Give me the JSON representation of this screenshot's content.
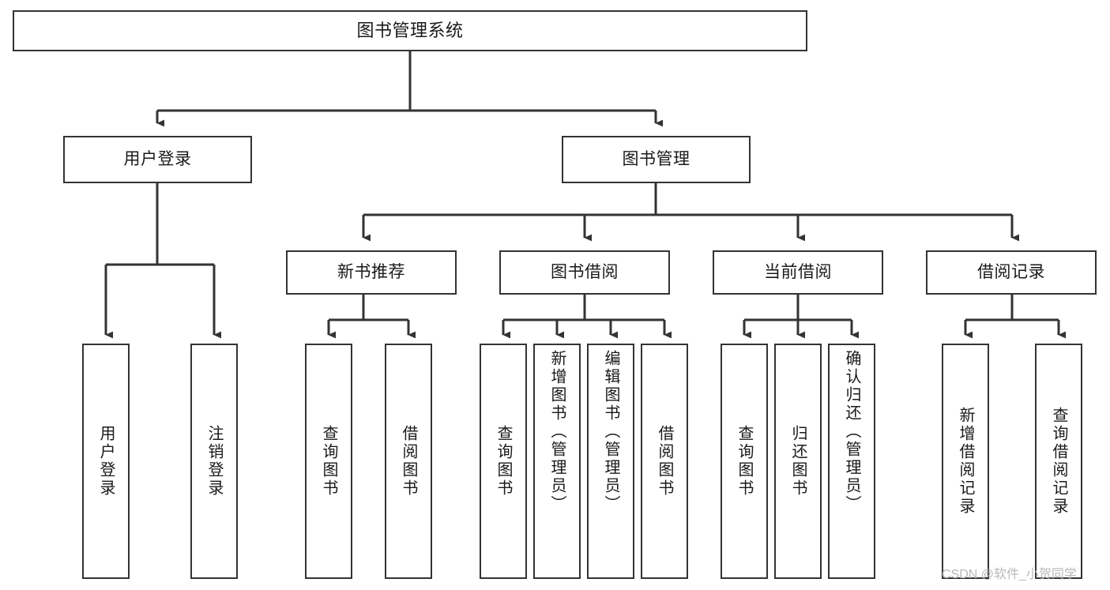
{
  "diagram": {
    "title": "图书管理系统",
    "colors": {
      "border": "#333333",
      "background": "#ffffff",
      "text": "#1a1a1a",
      "watermark": "#b8b8b8"
    },
    "root": {
      "id": "root",
      "label": "图书管理系统"
    },
    "level2": [
      {
        "id": "user-login",
        "label": "用户登录"
      },
      {
        "id": "book-manage",
        "label": "图书管理"
      }
    ],
    "level3": [
      {
        "id": "new-book-recommend",
        "label": "新书推荐"
      },
      {
        "id": "book-borrow",
        "label": "图书借阅"
      },
      {
        "id": "current-borrow",
        "label": "当前借阅"
      },
      {
        "id": "borrow-record",
        "label": "借阅记录"
      }
    ],
    "leaves": [
      {
        "id": "leaf-user-login",
        "label": "用户登录",
        "parent": "user-login"
      },
      {
        "id": "leaf-logout-login",
        "label": "注销登录",
        "parent": "user-login"
      },
      {
        "id": "leaf-query-book-1",
        "label": "查询图书",
        "parent": "new-book-recommend"
      },
      {
        "id": "leaf-borrow-book-1",
        "label": "借阅图书",
        "parent": "new-book-recommend"
      },
      {
        "id": "leaf-query-book-2",
        "label": "查询图书",
        "parent": "book-borrow"
      },
      {
        "id": "leaf-add-book",
        "label": "新增图书（管理员）",
        "parent": "book-borrow"
      },
      {
        "id": "leaf-edit-book",
        "label": "编辑图书（管理员）",
        "parent": "book-borrow"
      },
      {
        "id": "leaf-borrow-book-2",
        "label": "借阅图书",
        "parent": "book-borrow"
      },
      {
        "id": "leaf-query-book-3",
        "label": "查询图书",
        "parent": "current-borrow"
      },
      {
        "id": "leaf-return-book",
        "label": "归还图书",
        "parent": "current-borrow"
      },
      {
        "id": "leaf-confirm-return",
        "label": "确认归还（管理员）",
        "parent": "current-borrow"
      },
      {
        "id": "leaf-add-record",
        "label": "新增借阅记录",
        "parent": "borrow-record"
      },
      {
        "id": "leaf-query-record",
        "label": "查询借阅记录",
        "parent": "borrow-record"
      }
    ],
    "watermark": "CSDN @软件_小贺同学"
  }
}
